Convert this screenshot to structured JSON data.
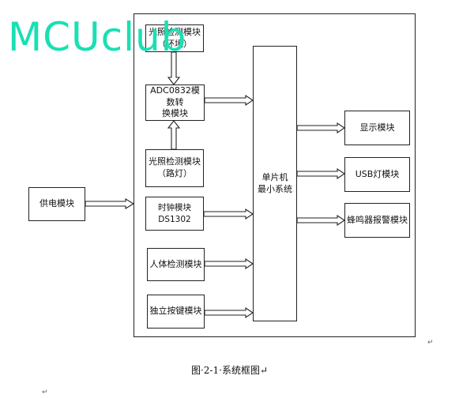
{
  "watermark": "MCUclub",
  "boxes": {
    "light_detect_top": "光照检测模块\n（环境）",
    "adc": "ADC0832模数转\n换模块",
    "light_detect_street": "光照检测模块\n（路灯）",
    "power": "供电模块",
    "clock": "时钟模块DS1302",
    "human": "人体检测模块",
    "key": "独立按键模块",
    "mcu": "单片机\n最小系统",
    "display": "显示模块",
    "usb": "USB灯模块",
    "buzzer": "蜂鸣器报警模块"
  },
  "caption": "图·2-1·系统框图↵",
  "paragraph_marks": [
    "↵",
    "↵"
  ]
}
